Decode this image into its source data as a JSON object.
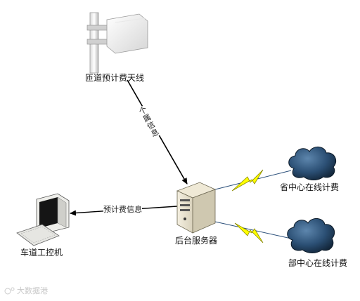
{
  "nodes": {
    "antenna": {
      "label": "匝道预计费天线",
      "icon": "antenna-icon"
    },
    "server": {
      "label": "后台服务器",
      "icon": "server-icon"
    },
    "lane_computer": {
      "label": "车道工控机",
      "icon": "computer-icon"
    },
    "province_center": {
      "label": "省中心在线计费",
      "icon": "cloud-icon"
    },
    "ministry_center": {
      "label": "部中心在线计费",
      "icon": "cloud-icon"
    }
  },
  "edges": {
    "antenna_to_server": {
      "label": "个属信息"
    },
    "server_to_computer": {
      "label": "预计费信息"
    }
  },
  "watermark": {
    "text": "大数据港"
  },
  "colors": {
    "cloud": "#1f3f5c",
    "lightning": "#ffff00",
    "line": "#000000",
    "wire": "#2b4f7a"
  }
}
